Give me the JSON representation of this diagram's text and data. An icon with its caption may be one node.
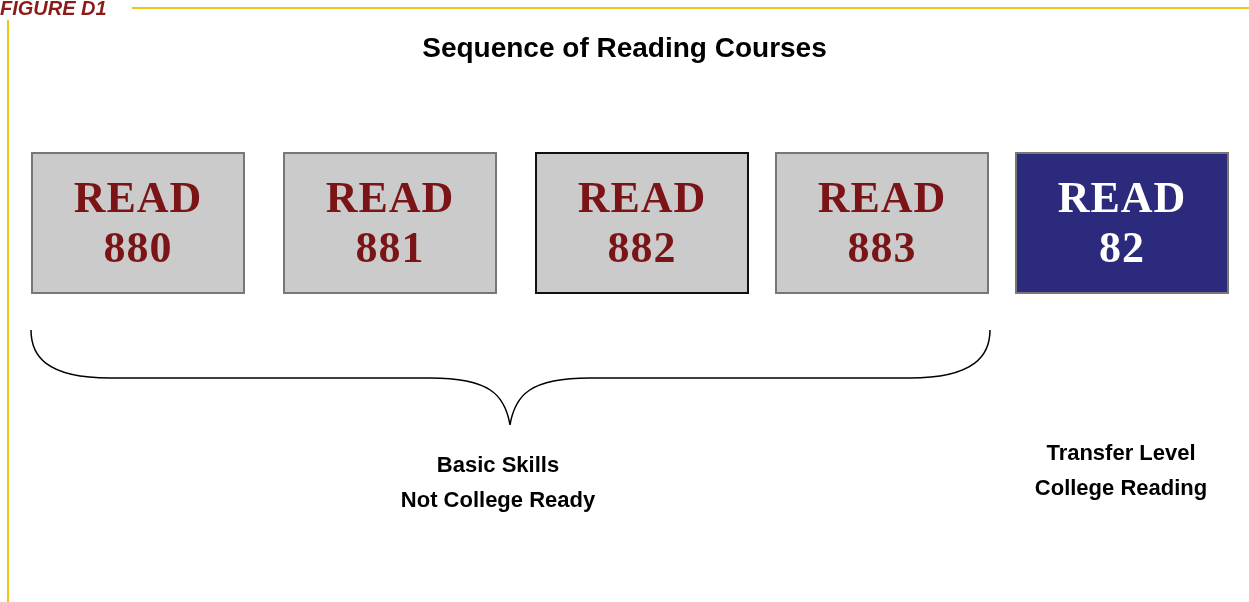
{
  "diagram": {
    "title": "Sequence of Reading Courses",
    "nodes": [
      {
        "text": [
          "READ 880"
        ]
      },
      {
        "text": [
          "READ 881"
        ]
      },
      {
        "text": [
          "READ 882"
        ]
      },
      {
        "text": [
          "READ 883"
        ]
      },
      {
        "text": [
          "READ 82"
        ]
      }
    ],
    "edges": [],
    "labels": [
      "FIGURE D1",
      "Basic Skills",
      "Not College Ready",
      "Transfer Level",
      "College Reading"
    ]
  }
}
